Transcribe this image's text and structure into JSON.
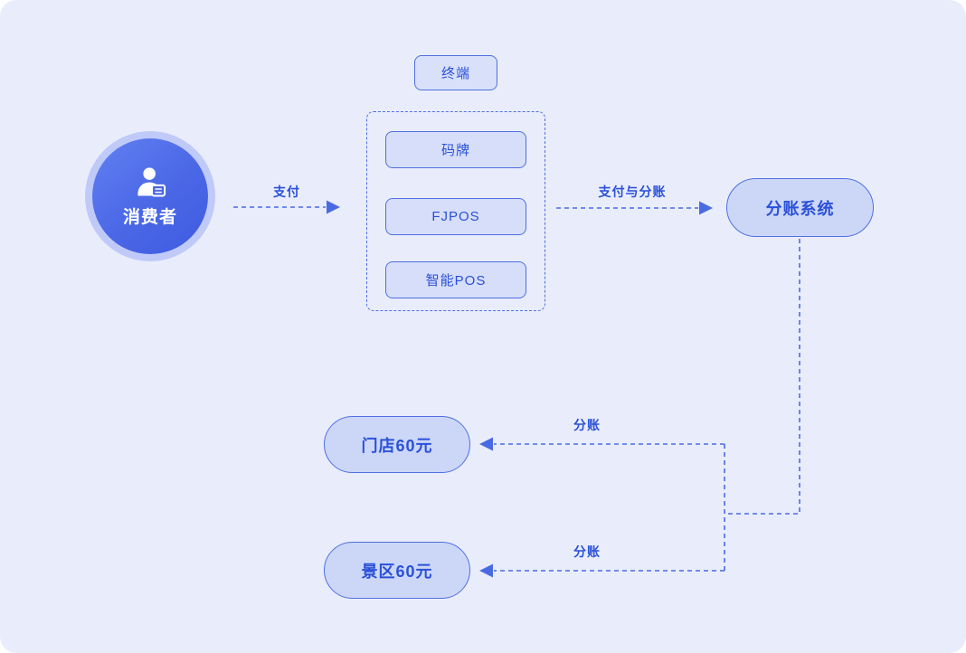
{
  "diagram": {
    "title": "payment-split-flow",
    "nodes": {
      "consumer": {
        "label": "消费者",
        "icon": "user-card-icon"
      },
      "terminal_group": {
        "title": "终端",
        "items": [
          {
            "label": "码牌"
          },
          {
            "label": "FJPOS"
          },
          {
            "label": "智能POS"
          }
        ]
      },
      "split_system": {
        "label": "分账系统"
      },
      "store": {
        "label": "门店60元"
      },
      "scenic": {
        "label": "景区60元"
      }
    },
    "edges": {
      "pay": {
        "label": "支付",
        "from": "consumer",
        "to": "terminal_group"
      },
      "pay_and_split": {
        "label": "支付与分账",
        "from": "terminal_group",
        "to": "split_system"
      },
      "split_to_store": {
        "label": "分账",
        "from": "split_system",
        "to": "store"
      },
      "split_to_scenic": {
        "label": "分账",
        "from": "split_system",
        "to": "scenic"
      }
    },
    "colors": {
      "panel_bg": "#e9edfb",
      "node_fill": "#d9e1fa",
      "pill_fill": "#ccd7f7",
      "border": "#4f6fe3",
      "text_blue": "#2b50d8",
      "dash_line": "#4a6ae4",
      "consumer_gradient_start": "#6281f1",
      "consumer_gradient_end": "#3e5ce2",
      "consumer_ring": "rgba(141,160,243,0.45)"
    }
  }
}
